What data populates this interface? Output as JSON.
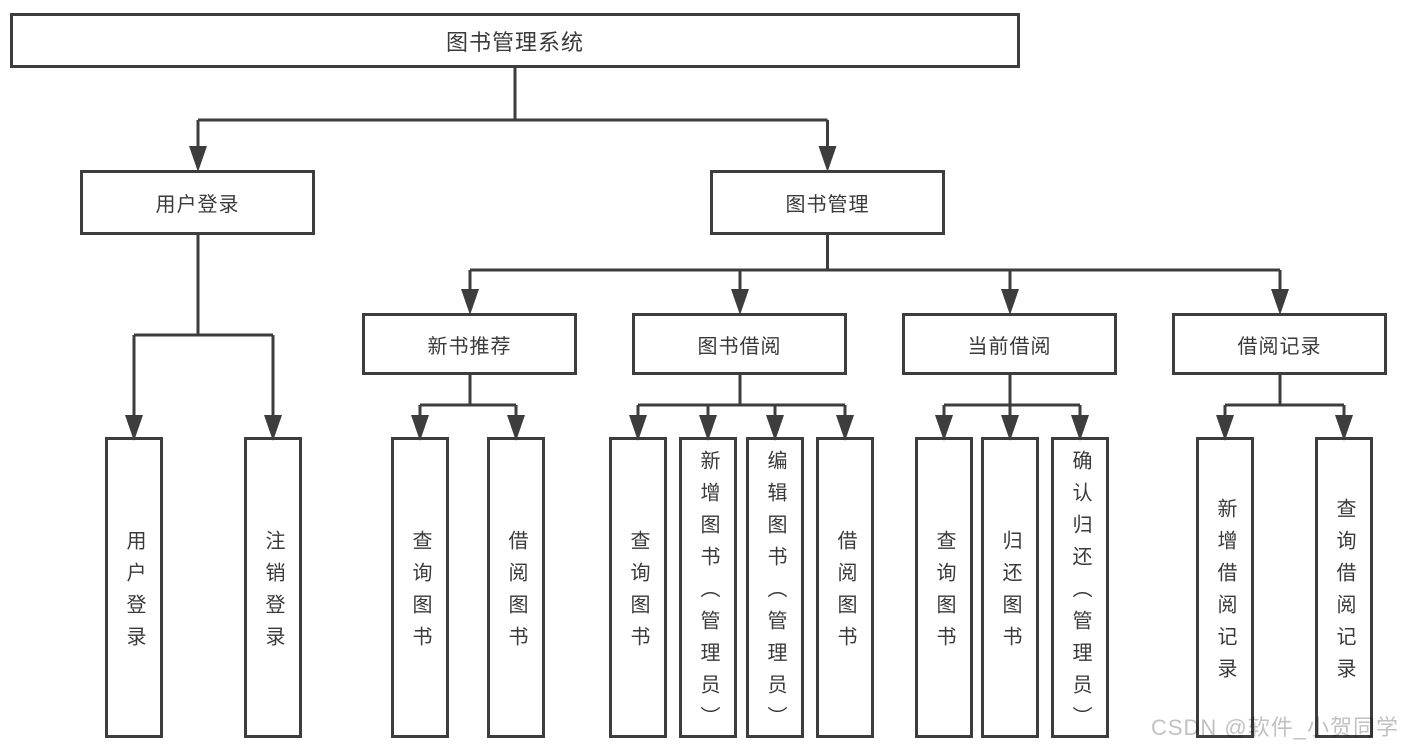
{
  "diagram_type": "hierarchy-tree",
  "tree": {
    "root": "图书管理系统",
    "children": [
      {
        "label": "用户登录",
        "children": [
          "用户登录",
          "注销登录"
        ]
      },
      {
        "label": "图书管理",
        "children": [
          {
            "label": "新书推荐",
            "children": [
              "查询图书",
              "借阅图书"
            ]
          },
          {
            "label": "图书借阅",
            "children": [
              "查询图书",
              "新增图书（管理员）",
              "编辑图书（管理员）",
              "借阅图书"
            ]
          },
          {
            "label": "当前借阅",
            "children": [
              "查询图书",
              "归还图书",
              "确认归还（管理员）"
            ]
          },
          {
            "label": "借阅记录",
            "children": [
              "新增借阅记录",
              "查询借阅记录"
            ]
          }
        ]
      }
    ]
  },
  "watermark": {
    "text": "CSDN @软件_小贺同学"
  },
  "colors": {
    "line": "#3d3d3d",
    "text": "#3a3a3a",
    "box_fill": "#ffffff",
    "watermark": "#c3c0c0",
    "background": "#ffffff"
  }
}
